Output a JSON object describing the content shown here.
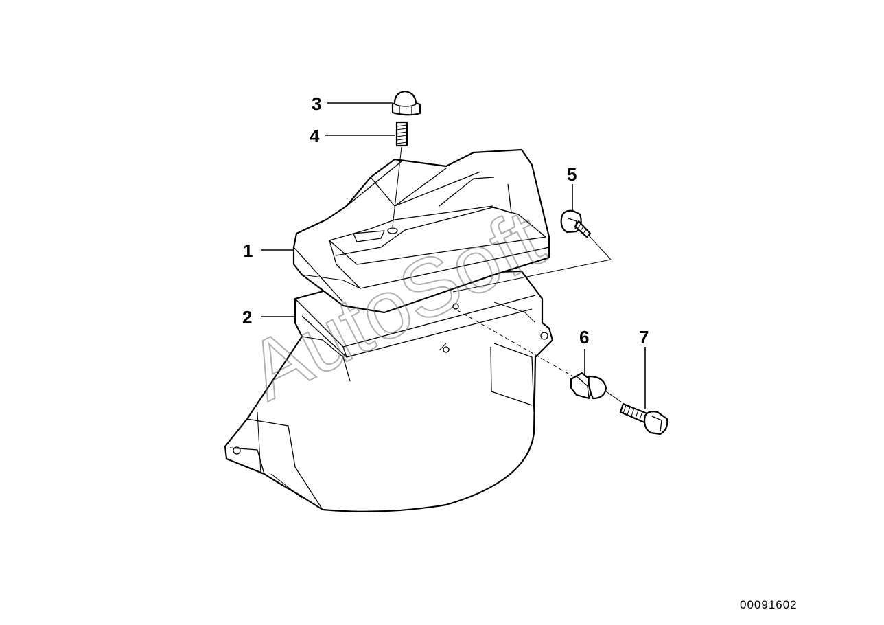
{
  "diagram": {
    "callouts": {
      "p1": "1",
      "p2": "2",
      "p3": "3",
      "p4": "4",
      "p5": "5",
      "p6": "6",
      "p7": "7"
    },
    "watermark": "AutoSoft",
    "diagram_code": "00091602"
  }
}
